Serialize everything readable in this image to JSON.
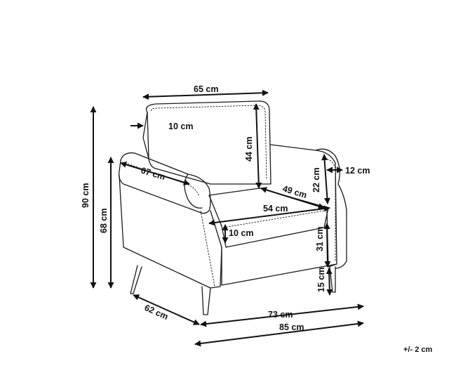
{
  "dimensions": {
    "back_width": "65 cm",
    "back_offset": "10 cm",
    "back_height": "44 cm",
    "arm_depth": "67 cm",
    "arm_width": "12 cm",
    "arm_height": "22 cm",
    "seat_depth": "49 cm",
    "seat_width": "54 cm",
    "cushion_thickness": "10 cm",
    "seat_height": "31 cm",
    "leg_height": "15 cm",
    "total_height": "90 cm",
    "arm_total_height": "68 cm",
    "side_depth": "62 cm",
    "front_width": "73 cm",
    "total_width": "85 cm"
  },
  "tolerance": "+/- 2 cm"
}
